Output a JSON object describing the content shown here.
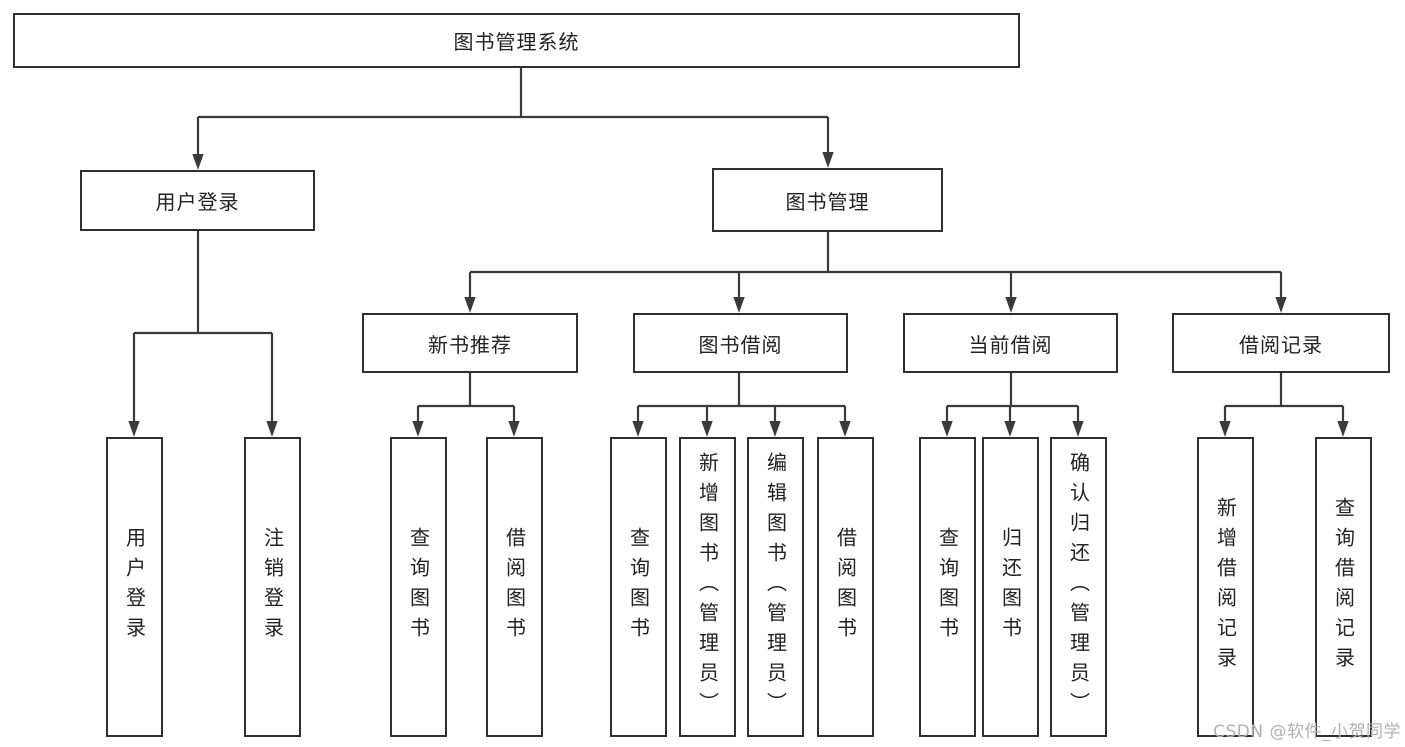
{
  "diagram": {
    "title": "图书管理系统",
    "nodes": {
      "root": {
        "label": "图书管理系统"
      },
      "user_login": {
        "label": "用户登录"
      },
      "book_mgmt": {
        "label": "图书管理"
      },
      "new_book_rec": {
        "label": "新书推荐"
      },
      "book_borrow": {
        "label": "图书借阅"
      },
      "current_borrow": {
        "label": "当前借阅"
      },
      "borrow_records": {
        "label": "借阅记录"
      },
      "ul_login": {
        "label": "用户登录"
      },
      "ul_logout": {
        "label": "注销登录"
      },
      "nb_query": {
        "label": "查询图书"
      },
      "nb_borrow": {
        "label": "借阅图书"
      },
      "bb_query": {
        "label": "查询图书"
      },
      "bb_add": {
        "label": "新增图书（管理员）"
      },
      "bb_edit": {
        "label": "编辑图书（管理员）"
      },
      "bb_borrow": {
        "label": "借阅图书"
      },
      "cb_query": {
        "label": "查询图书"
      },
      "cb_return": {
        "label": "归还图书"
      },
      "cb_confirm": {
        "label": "确认归还（管理员）"
      },
      "br_add": {
        "label": "新增借阅记录"
      },
      "br_query": {
        "label": "查询借阅记录"
      }
    },
    "edges": [
      [
        "root",
        "user_login"
      ],
      [
        "root",
        "book_mgmt"
      ],
      [
        "user_login",
        "ul_login"
      ],
      [
        "user_login",
        "ul_logout"
      ],
      [
        "book_mgmt",
        "new_book_rec"
      ],
      [
        "book_mgmt",
        "book_borrow"
      ],
      [
        "book_mgmt",
        "current_borrow"
      ],
      [
        "book_mgmt",
        "borrow_records"
      ],
      [
        "new_book_rec",
        "nb_query"
      ],
      [
        "new_book_rec",
        "nb_borrow"
      ],
      [
        "book_borrow",
        "bb_query"
      ],
      [
        "book_borrow",
        "bb_add"
      ],
      [
        "book_borrow",
        "bb_edit"
      ],
      [
        "book_borrow",
        "bb_borrow"
      ],
      [
        "current_borrow",
        "cb_query"
      ],
      [
        "current_borrow",
        "cb_return"
      ],
      [
        "current_borrow",
        "cb_confirm"
      ],
      [
        "borrow_records",
        "br_add"
      ],
      [
        "borrow_records",
        "br_query"
      ]
    ],
    "colors": {
      "line": "#3a3a3a",
      "box_border": "#2f2f2f",
      "text": "#222222",
      "watermark": "#b0b0b0",
      "background": "#ffffff"
    }
  },
  "watermark": {
    "text": "CSDN @软件_小贺同学"
  }
}
